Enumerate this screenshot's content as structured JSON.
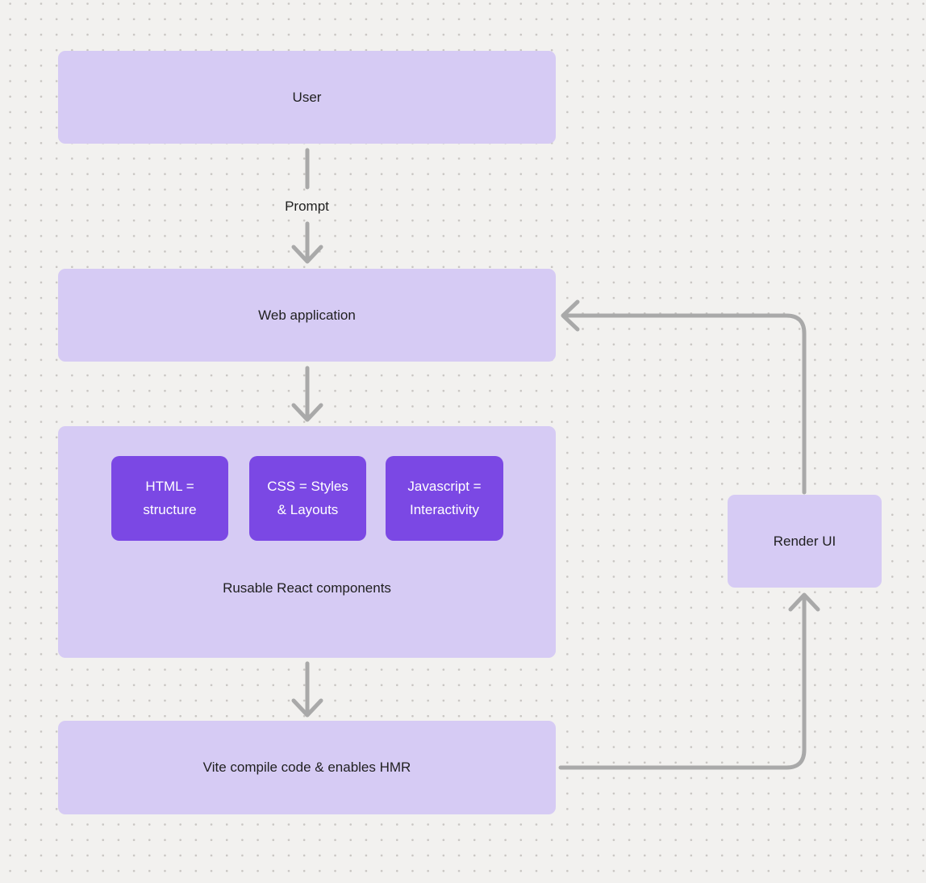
{
  "canvas": {
    "background": "#f2f1ef",
    "dot_color": "#c8c5c2"
  },
  "colors": {
    "box_light": "#d6cbf4",
    "box_dark": "#7b48e4",
    "arrow": "#a9a9a9",
    "text_dark": "#1f1f1f",
    "text_light": "#ffffff"
  },
  "nodes": {
    "user": {
      "label": "User"
    },
    "web_application": {
      "label": "Web application"
    },
    "components_group": {
      "label": "Rusable React components",
      "children": [
        {
          "label": "HTML =\nstructure"
        },
        {
          "label": "CSS = Styles\n& Layouts"
        },
        {
          "label": "Javascript =\nInteractivity"
        }
      ]
    },
    "vite": {
      "label": "Vite compile code & enables HMR"
    },
    "render_ui": {
      "label": "Render UI"
    }
  },
  "edges": {
    "user_to_webapp": {
      "from": "User",
      "to": "Web application",
      "label": "Prompt"
    },
    "webapp_to_components": {
      "from": "Web application",
      "to": "Rusable React components",
      "label": ""
    },
    "components_to_vite": {
      "from": "Rusable React components",
      "to": "Vite compile code & enables HMR",
      "label": ""
    },
    "vite_to_render": {
      "from": "Vite compile code & enables HMR",
      "to": "Render UI",
      "label": ""
    },
    "render_to_webapp": {
      "from": "Render UI",
      "to": "Web application",
      "label": ""
    }
  }
}
